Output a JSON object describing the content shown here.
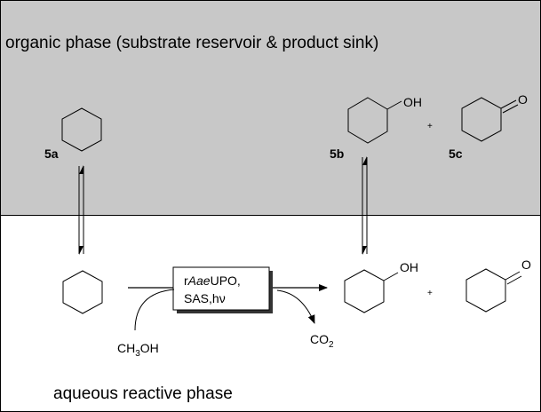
{
  "colors": {
    "organic_phase_fill": "#c8c8c8",
    "aqueous_phase_fill": "#ffffff",
    "line": "#000000"
  },
  "organic_phase": {
    "label": "organic phase (substrate reservoir & product sink)",
    "compound_5a_label": "5a",
    "compound_5b_label": "5b",
    "compound_5b_group": "OH",
    "plus": "+",
    "compound_5c_label": "5c",
    "compound_5c_group": "O"
  },
  "aqueous_phase": {
    "label": "aqueous reactive phase",
    "alcohol_group": "OH",
    "plus": "+",
    "ketone_group": "O"
  },
  "reaction": {
    "catalyst_prefix": "r",
    "catalyst_italic": "Aae",
    "catalyst_suffix": "UPO,",
    "conditions": "SAS,hν",
    "cosubstrate": "CH3OH",
    "cosubstrate_main": "CH",
    "cosubstrate_sub": "3",
    "cosubstrate_end": "OH",
    "byproduct": "CO2",
    "byproduct_main": "CO",
    "byproduct_sub": "2"
  }
}
